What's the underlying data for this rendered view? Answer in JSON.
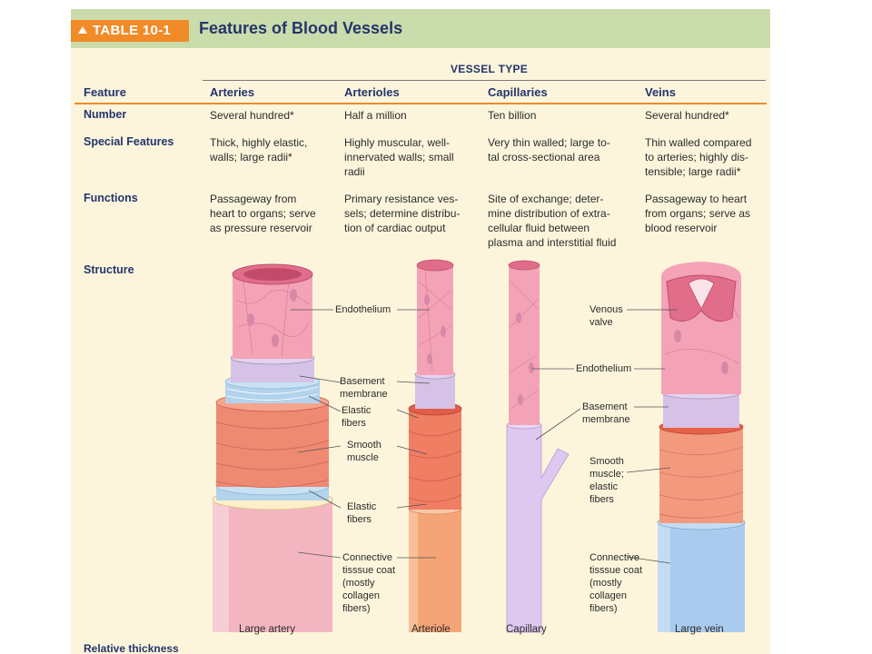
{
  "header": {
    "tag": "TABLE 10-1",
    "title": "Features of Blood Vessels"
  },
  "table": {
    "group_header": "VESSEL TYPE",
    "feature_header": "Feature",
    "columns": [
      "Arteries",
      "Arterioles",
      "Capillaries",
      "Veins"
    ],
    "rows": [
      {
        "label": "Number",
        "cells": [
          [
            "Several hundred*"
          ],
          [
            "Half a million"
          ],
          [
            "Ten billion"
          ],
          [
            "Several hundred*"
          ]
        ]
      },
      {
        "label": "Special Features",
        "cells": [
          [
            "Thick, highly elastic,",
            "walls; large radii*"
          ],
          [
            "Highly muscular, well-",
            "innervated walls; small",
            "radii"
          ],
          [
            "Very thin walled; large to-",
            "tal cross-sectional area"
          ],
          [
            "Thin walled compared",
            "to arteries; highly dis-",
            "tensible; large radii*"
          ]
        ]
      },
      {
        "label": "Functions",
        "cells": [
          [
            "Passageway from",
            "heart to organs; serve",
            "as pressure reservoir"
          ],
          [
            "Primary resistance ves-",
            "sels; determine distribu-",
            "tion of cardiac output"
          ],
          [
            "Site of exchange; deter-",
            "mine distribution of extra-",
            "cellular fluid between",
            "plasma and interstitial fluid"
          ],
          [
            "Passageway to heart",
            "from organs; serve as",
            "blood reservoir"
          ]
        ]
      },
      {
        "label": "Structure",
        "cells": []
      }
    ]
  },
  "labels": {
    "artery": [
      [
        "Endothelium"
      ],
      [
        "Basement",
        "membrane"
      ],
      [
        "Elastic",
        "fibers"
      ],
      [
        "Smooth",
        "muscle"
      ],
      [
        "Elastic",
        "fibers"
      ],
      [
        "Connective",
        "tisssue coat",
        "(mostly",
        "collagen",
        "fibers)"
      ]
    ],
    "vein": [
      [
        "Venous",
        "valve"
      ],
      [
        "Endothelium"
      ],
      [
        "Basement",
        "membrane"
      ],
      [
        "Smooth",
        "muscle;",
        "elastic",
        "fibers"
      ],
      [
        "Connective",
        "tisssue coat",
        "(mostly",
        "collagen",
        "fibers)"
      ]
    ]
  },
  "captions": [
    "Large artery",
    "Arteriole",
    "Capillary",
    "Large vein"
  ],
  "footer_cut": "Relative thickness",
  "colors": {
    "panel": "#fcf5dc",
    "title_bar": "#cbdcac",
    "tag": "#f18b28",
    "heading": "#24356b",
    "endothelium": "#f4a3b7",
    "basement": "#d6c2e6",
    "elastic": "#b3d3ec",
    "muscle": "#ef8a72",
    "connective_artery": "#f3b6c1",
    "connective_vein": "#a9cbee"
  }
}
